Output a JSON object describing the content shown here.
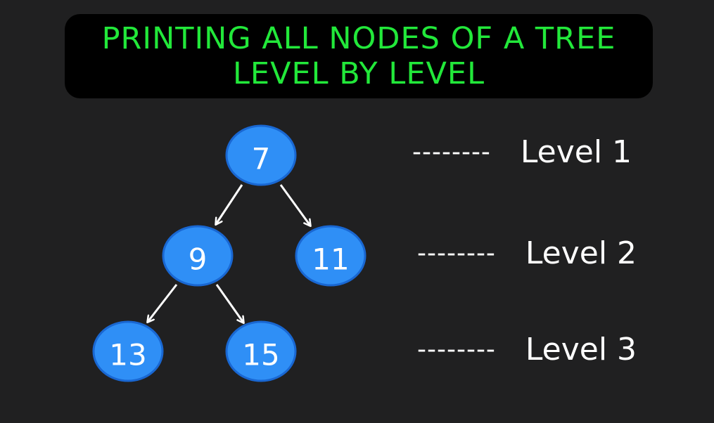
{
  "title": {
    "line1": "PRINTING ALL NODES OF A TREE",
    "line2": "LEVEL BY LEVEL"
  },
  "tree": {
    "nodes": [
      {
        "id": "root",
        "value": "7"
      },
      {
        "id": "left",
        "value": "9"
      },
      {
        "id": "right",
        "value": "11"
      },
      {
        "id": "left-left",
        "value": "13"
      },
      {
        "id": "left-right",
        "value": "15"
      }
    ]
  },
  "levels": [
    {
      "dashes": "--------",
      "label": "Level 1"
    },
    {
      "dashes": "--------",
      "label": "Level 2"
    },
    {
      "dashes": "--------",
      "label": "Level 3"
    }
  ],
  "colors": {
    "background": "#202021",
    "title_background": "#000000",
    "title_text": "#22e83a",
    "node_fill": "#2f8ff6",
    "node_stroke": "#1967d2",
    "edge": "#ffffff"
  }
}
